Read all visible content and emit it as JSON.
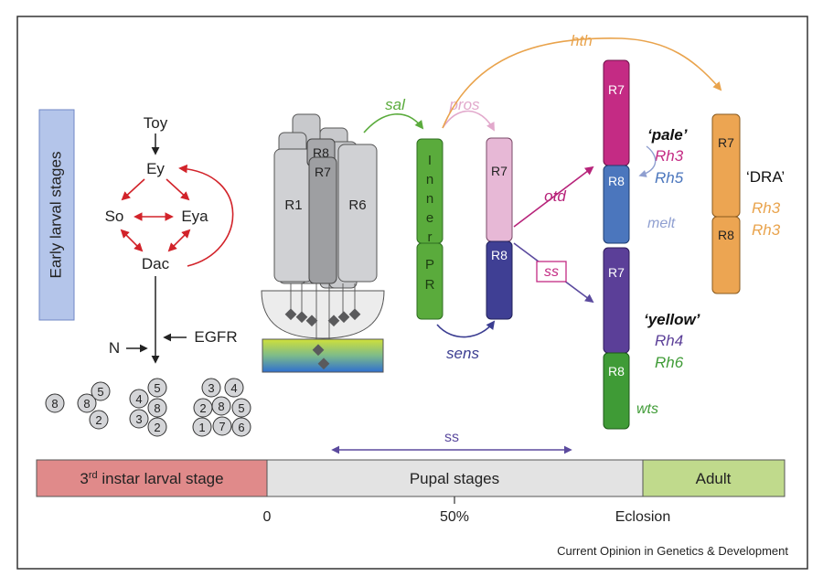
{
  "stage_panel": {
    "label": "Early larval stages"
  },
  "network": {
    "toy": "Toy",
    "ey": "Ey",
    "so": "So",
    "eya": "Eya",
    "dac": "Dac",
    "n": "N",
    "egfr": "EGFR"
  },
  "clusters": [
    {
      "cells": [
        "8"
      ]
    },
    {
      "cells": [
        "8",
        "5",
        "2"
      ]
    },
    {
      "cells": [
        "4",
        "5",
        "8",
        "3",
        "2"
      ]
    },
    {
      "cells": [
        "3",
        "4",
        "2",
        "8",
        "5",
        "1",
        "7",
        "6"
      ]
    }
  ],
  "ommatidium": {
    "r1": "R1",
    "r6": "R6",
    "r7": "R7",
    "r8": "R8"
  },
  "labels": {
    "sal": "sal",
    "pros": "pros",
    "hth": "hth",
    "otd": "otd",
    "ss_box": "ss",
    "sens": "sens",
    "melt": "melt",
    "wts": "wts",
    "inner_pr_top": [
      "I",
      "n",
      "n",
      "e",
      "r"
    ],
    "inner_pr_bottom": [
      "P",
      "R"
    ],
    "r7": "R7",
    "r8": "R8"
  },
  "subtypes": {
    "pale": {
      "name": "‘pale’",
      "rh_a": "Rh3",
      "rh_b": "Rh5"
    },
    "yellow": {
      "name": "‘yellow’",
      "rh_a": "Rh4",
      "rh_b": "Rh6"
    },
    "dra": {
      "name": "‘DRA’",
      "rh_a": "Rh3",
      "rh_b": "Rh3"
    }
  },
  "timeline": {
    "ss_span_label": "ss",
    "segments": [
      "3rd instar larval stage",
      "Pupal stages",
      "Adult"
    ],
    "instar_main": "3",
    "instar_sup": "rd",
    "instar_rest": " instar larval stage",
    "ticks": [
      "0",
      "50%",
      "Eclosion"
    ]
  },
  "credit": "Current Opinion in Genetics & Development",
  "colors": {
    "network_red": "#d2232a",
    "sal_green": "#5aab3c",
    "pros_pink": "#e2a9cc",
    "hth_orange": "#e9a34c",
    "otd_magenta": "#b7237a",
    "ss_purple": "#5b4a9e",
    "sens_navy": "#3b3d91",
    "pale_r7": "#c42b84",
    "pale_r8": "#4b76bd",
    "yellow_r7": "#5b3f98",
    "yellow_r8": "#3f9b36",
    "dra_orange": "#eca552",
    "timeline_red": "#e08a8a",
    "timeline_grey": "#e3e3e3",
    "timeline_green": "#c0da8c"
  }
}
